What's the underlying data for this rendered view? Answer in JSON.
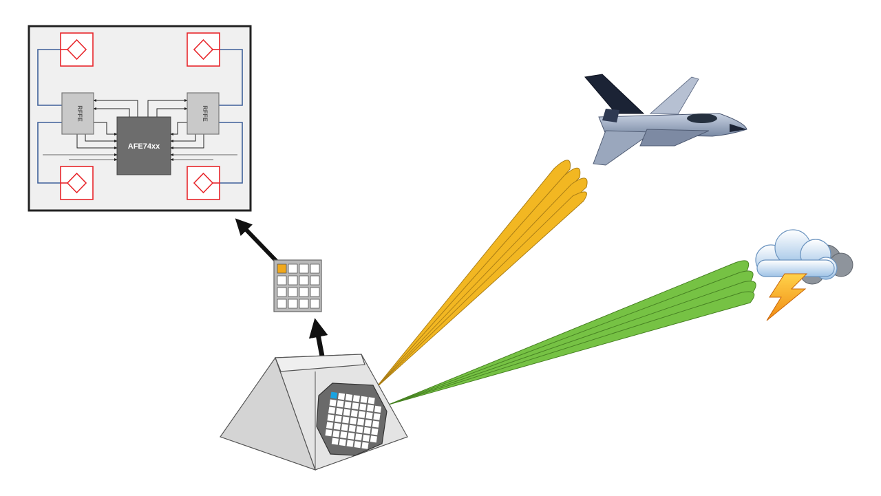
{
  "board": {
    "chip_label": "AFE74xx",
    "rffe_left_label": "RFFE",
    "rffe_right_label": "RFFE"
  },
  "colors": {
    "board_border": "#222222",
    "board_fill": "#f0f0f0",
    "antenna_red": "#e8262b",
    "feed_blue": "#3d5f99",
    "chip_gray": "#6d6d6d",
    "rffe_gray": "#c9c9c9",
    "tile_highlight": "#f0a81c",
    "element_highlight": "#1aa3e0",
    "beam_yellow": "#f2b417",
    "beam_green": "#6fbf3b",
    "pyramid_gray": "#d4d4d4"
  },
  "icons": {
    "jet": "fighter-jet-icon",
    "storm": "storm-cloud-icon"
  }
}
